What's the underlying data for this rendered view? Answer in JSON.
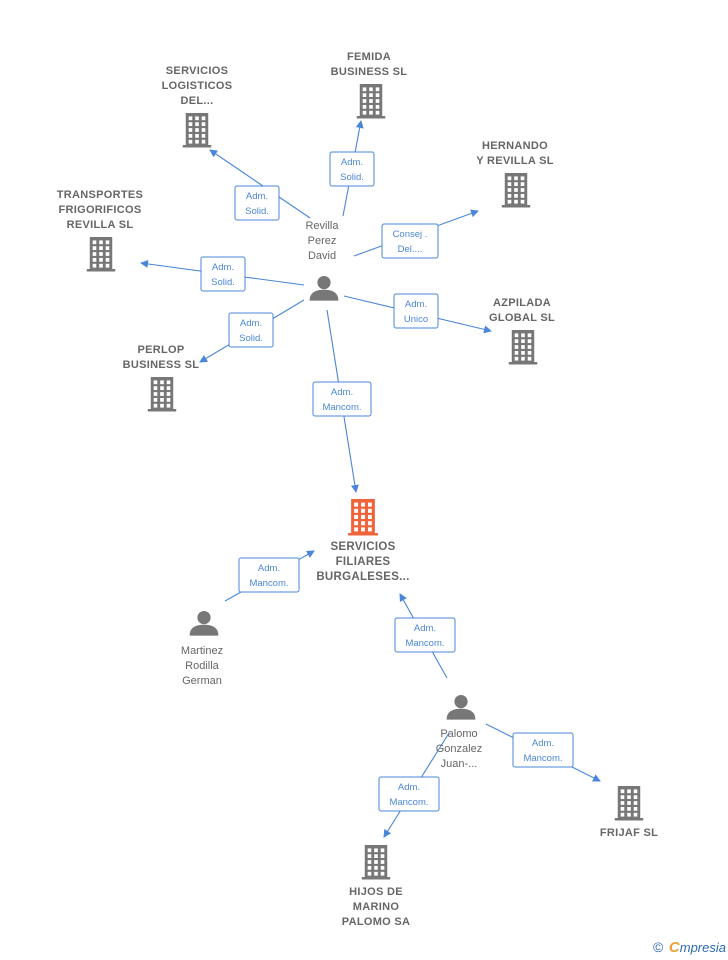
{
  "colors": {
    "edge": "#4a86d8",
    "building": "#777777",
    "building_center": "#f0643c",
    "person": "#777777",
    "label": "#666666"
  },
  "nodes": [
    {
      "id": "servicios_log",
      "kind": "company",
      "icon": "building-icon",
      "lines": [
        "SERVICIOS",
        "LOGISTICOS",
        "DEL..."
      ]
    },
    {
      "id": "femida",
      "kind": "company",
      "icon": "building-icon",
      "lines": [
        "FEMIDA",
        "BUSINESS  SL"
      ]
    },
    {
      "id": "hernando",
      "kind": "company",
      "icon": "building-icon",
      "lines": [
        "HERNANDO",
        "Y REVILLA  SL"
      ]
    },
    {
      "id": "transportes",
      "kind": "company",
      "icon": "building-icon",
      "lines": [
        "TRANSPORTES",
        "FRIGORIFICOS",
        "REVILLA SL"
      ]
    },
    {
      "id": "azpilada",
      "kind": "company",
      "icon": "building-icon",
      "lines": [
        "AZPILADA",
        "GLOBAL  SL"
      ]
    },
    {
      "id": "perlop",
      "kind": "company",
      "icon": "building-icon",
      "lines": [
        "PERLOP",
        "BUSINESS  SL"
      ]
    },
    {
      "id": "revilla",
      "kind": "person",
      "icon": "person-icon",
      "lines": [
        "Revilla",
        "Perez",
        "David"
      ]
    },
    {
      "id": "servicios_fil",
      "kind": "center",
      "icon": "building-icon",
      "lines": [
        "SERVICIOS",
        "FILIARES",
        "BURGALESES..."
      ]
    },
    {
      "id": "martinez",
      "kind": "person",
      "icon": "person-icon",
      "lines": [
        "Martinez",
        "Rodilla",
        "German"
      ]
    },
    {
      "id": "palomo",
      "kind": "person",
      "icon": "person-icon",
      "lines": [
        "Palomo",
        "Gonzalez",
        "Juan-..."
      ]
    },
    {
      "id": "frijaf",
      "kind": "company",
      "icon": "building-icon",
      "lines": [
        "FRIJAF  SL"
      ]
    },
    {
      "id": "hijos",
      "kind": "company",
      "icon": "building-icon",
      "lines": [
        "HIJOS DE",
        "MARINO",
        "PALOMO SA"
      ]
    }
  ],
  "edges": [
    {
      "from": "revilla",
      "to": "servicios_log",
      "label": [
        "Adm.",
        "Solid."
      ]
    },
    {
      "from": "revilla",
      "to": "femida",
      "label": [
        "Adm.",
        "Solid."
      ]
    },
    {
      "from": "revilla",
      "to": "hernando",
      "label": [
        "Consej .",
        "Del...."
      ]
    },
    {
      "from": "revilla",
      "to": "transportes",
      "label": [
        "Adm.",
        "Solid."
      ]
    },
    {
      "from": "revilla",
      "to": "azpilada",
      "label": [
        "Adm.",
        "Unico"
      ]
    },
    {
      "from": "revilla",
      "to": "perlop",
      "label": [
        "Adm.",
        "Solid."
      ]
    },
    {
      "from": "revilla",
      "to": "servicios_fil",
      "label": [
        "Adm.",
        "Mancom."
      ]
    },
    {
      "from": "martinez",
      "to": "servicios_fil",
      "label": [
        "Adm.",
        "Mancom."
      ]
    },
    {
      "from": "palomo",
      "to": "servicios_fil",
      "label": [
        "Adm.",
        "Mancom."
      ]
    },
    {
      "from": "palomo",
      "to": "frijaf",
      "label": [
        "Adm.",
        "Mancom."
      ]
    },
    {
      "from": "palomo",
      "to": "hijos",
      "label": [
        "Adm.",
        "Mancom."
      ]
    }
  ],
  "footer": {
    "copyright": "©",
    "brand_initial": "C",
    "brand_rest": "mpresia"
  }
}
